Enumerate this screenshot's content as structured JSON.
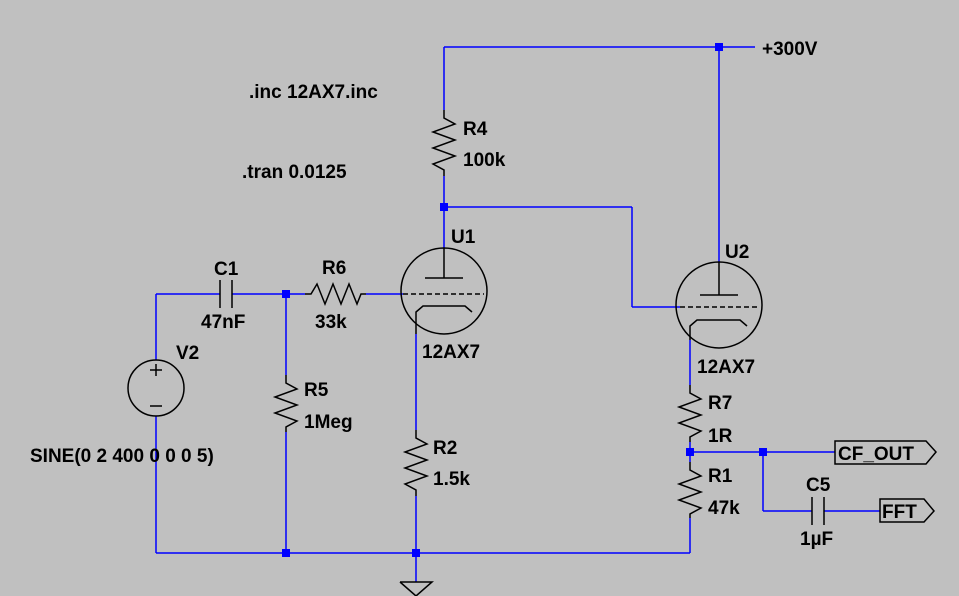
{
  "directives": {
    "include": ".inc 12AX7.inc",
    "tran": ".tran 0.0125"
  },
  "supply": {
    "label": "+300V"
  },
  "components": {
    "R4": {
      "name": "R4",
      "value": "100k"
    },
    "U1": {
      "name": "U1",
      "value": "12AX7"
    },
    "U2": {
      "name": "U2",
      "value": "12AX7"
    },
    "C1": {
      "name": "C1",
      "value": "47nF"
    },
    "R6": {
      "name": "R6",
      "value": "33k"
    },
    "V2": {
      "name": "V2",
      "value": "SINE(0 2 400 0 0 0 5)"
    },
    "R5": {
      "name": "R5",
      "value": "1Meg"
    },
    "R2": {
      "name": "R2",
      "value": "1.5k"
    },
    "R7": {
      "name": "R7",
      "value": "1R"
    },
    "R1": {
      "name": "R1",
      "value": "47k"
    },
    "C5": {
      "name": "C5",
      "value": "1µF"
    }
  },
  "net_labels": {
    "cf_out": "CF_OUT",
    "fft": "FFT"
  },
  "colors": {
    "background": "#c0c0c0",
    "wire": "#0000ff",
    "symbol": "#000000"
  }
}
